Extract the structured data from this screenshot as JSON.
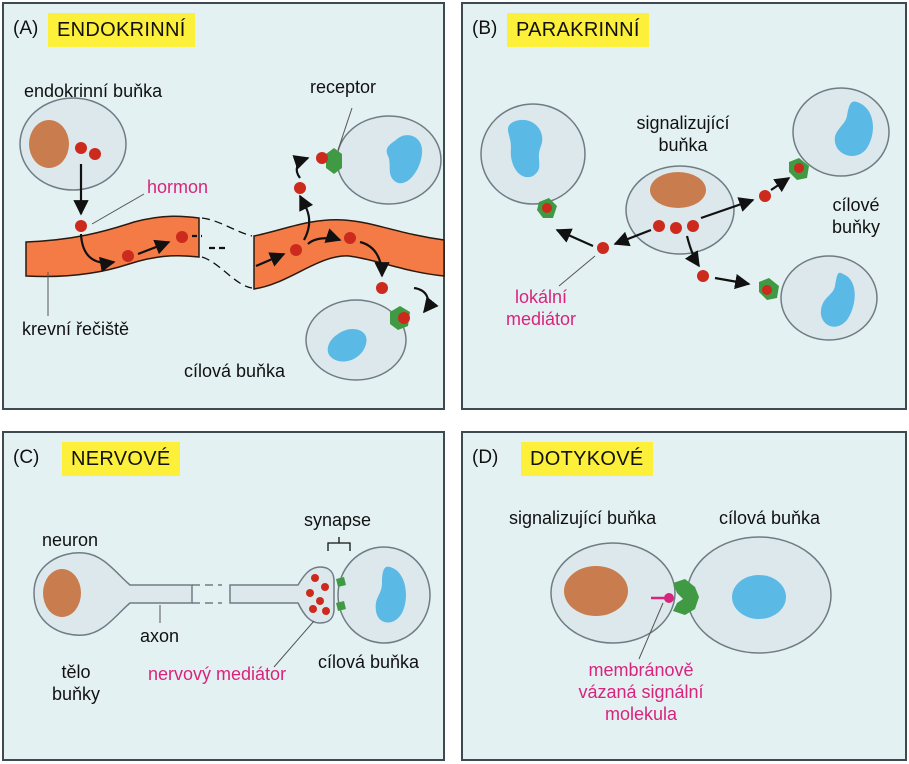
{
  "panels": {
    "a": {
      "letter": "(A)",
      "title": "ENDOKRINNÍ",
      "labels": {
        "signaling_cell": "endokrinní buňka",
        "hormone": "hormon",
        "receptor": "receptor",
        "bloodstream": "krevní řečiště",
        "target_cell": "cílová buňka"
      }
    },
    "b": {
      "letter": "(B)",
      "title": "PARAKRINNÍ",
      "labels": {
        "signaling_cell_line1": "signalizující",
        "signaling_cell_line2": "buňka",
        "target_cells_line1": "cílové",
        "target_cells_line2": "buňky",
        "mediator_line1": "lokální",
        "mediator_line2": "mediátor"
      }
    },
    "c": {
      "letter": "(C)",
      "title": "NERVOVÉ",
      "labels": {
        "neuron": "neuron",
        "synapse": "synapse",
        "axon": "axon",
        "cell_body_line1": "tělo",
        "cell_body_line2": "buňky",
        "mediator": "nervový mediátor",
        "target_cell": "cílová buňka"
      }
    },
    "d": {
      "letter": "(D)",
      "title": "DOTYKOVÉ",
      "labels": {
        "signaling_cell": "signalizující buňka",
        "target_cell": "cílová buňka",
        "molecule_line1": "membránově",
        "molecule_line2": "vázaná signální",
        "molecule_line3": "molekula"
      }
    }
  },
  "colors": {
    "panel_bg": "#e4f1f2",
    "title_bg": "#fdf03a",
    "cell_fill": "#dde8ec",
    "signaling_nucleus": "#c97d4e",
    "target_nucleus": "#5bb9e6",
    "signal_molecule": "#cc2a1c",
    "receptor": "#3f9a43",
    "blood_vessel": "#f47b45",
    "highlight_text": "#d8247c"
  }
}
